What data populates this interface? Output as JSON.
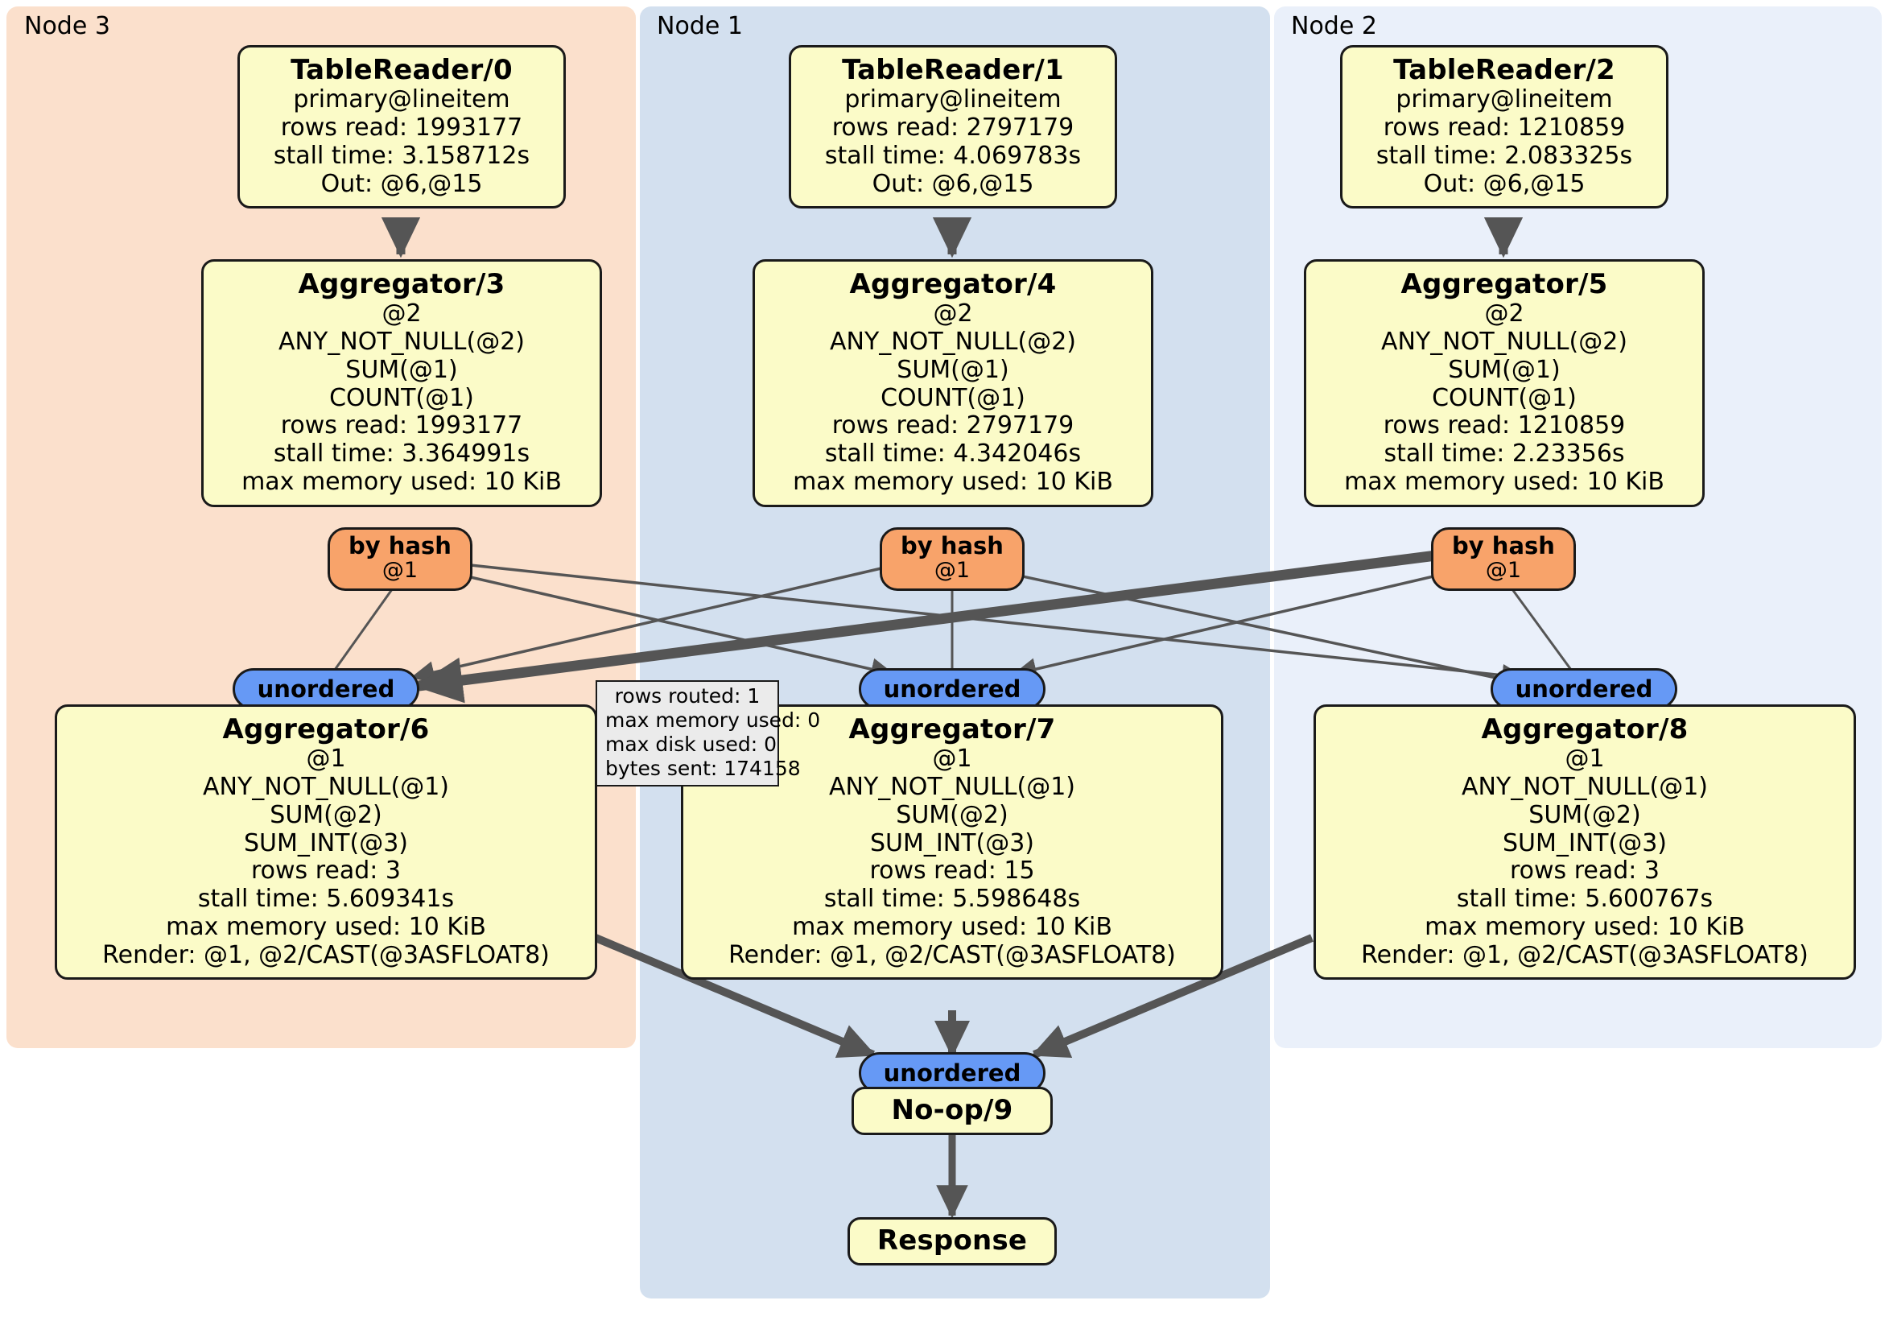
{
  "clusters": [
    {
      "label": "Node 3",
      "bg": "#fbe0cc"
    },
    {
      "label": "Node 1",
      "bg": "#d3e0ef"
    },
    {
      "label": "Node 2",
      "bg": "#eaf0fa"
    }
  ],
  "processors": {
    "tablereader0": {
      "title": "TableReader/0",
      "lines": [
        "primary@lineitem",
        "rows read: 1993177",
        "stall time: 3.158712s",
        "Out: @6,@15"
      ]
    },
    "tablereader1": {
      "title": "TableReader/1",
      "lines": [
        "primary@lineitem",
        "rows read: 2797179",
        "stall time: 4.069783s",
        "Out: @6,@15"
      ]
    },
    "tablereader2": {
      "title": "TableReader/2",
      "lines": [
        "primary@lineitem",
        "rows read: 1210859",
        "stall time: 2.083325s",
        "Out: @6,@15"
      ]
    },
    "aggregator3": {
      "title": "Aggregator/3",
      "lines": [
        "@2",
        "ANY_NOT_NULL(@2)",
        "SUM(@1)",
        "COUNT(@1)",
        "rows read: 1993177",
        "stall time: 3.364991s",
        "max memory used: 10 KiB"
      ]
    },
    "aggregator4": {
      "title": "Aggregator/4",
      "lines": [
        "@2",
        "ANY_NOT_NULL(@2)",
        "SUM(@1)",
        "COUNT(@1)",
        "rows read: 2797179",
        "stall time: 4.342046s",
        "max memory used: 10 KiB"
      ]
    },
    "aggregator5": {
      "title": "Aggregator/5",
      "lines": [
        "@2",
        "ANY_NOT_NULL(@2)",
        "SUM(@1)",
        "COUNT(@1)",
        "rows read: 1210859",
        "stall time: 2.23356s",
        "max memory used: 10 KiB"
      ]
    },
    "aggregator6": {
      "title": "Aggregator/6",
      "lines": [
        "@1",
        "ANY_NOT_NULL(@1)",
        "SUM(@2)",
        "SUM_INT(@3)",
        "rows read: 3",
        "stall time: 5.609341s",
        "max memory used: 10 KiB",
        "Render: @1, @2/CAST(@3ASFLOAT8)"
      ]
    },
    "aggregator7": {
      "title": "Aggregator/7",
      "lines": [
        "@1",
        "ANY_NOT_NULL(@1)",
        "SUM(@2)",
        "SUM_INT(@3)",
        "rows read: 15",
        "stall time: 5.598648s",
        "max memory used: 10 KiB",
        "Render: @1, @2/CAST(@3ASFLOAT8)"
      ]
    },
    "aggregator8": {
      "title": "Aggregator/8",
      "lines": [
        "@1",
        "ANY_NOT_NULL(@1)",
        "SUM(@2)",
        "SUM_INT(@3)",
        "rows read: 3",
        "stall time: 5.600767s",
        "max memory used: 10 KiB",
        "Render: @1, @2/CAST(@3ASFLOAT8)"
      ]
    },
    "noop9": {
      "title": "No-op/9",
      "lines": []
    },
    "response": {
      "title": "Response",
      "lines": []
    }
  },
  "routers": [
    {
      "title": "by hash",
      "line": "@1"
    },
    {
      "title": "by hash",
      "line": "@1"
    },
    {
      "title": "by hash",
      "line": "@1"
    }
  ],
  "syncs": [
    {
      "label": "unordered"
    },
    {
      "label": "unordered"
    },
    {
      "label": "unordered"
    },
    {
      "label": "unordered"
    }
  ],
  "statbox": {
    "lines": [
      "rows routed: 1",
      "max memory used: 0",
      "max disk used: 0",
      "bytes sent: 174158"
    ]
  },
  "colors": {
    "processor_fill": "#fbfbc8",
    "router_fill": "#f8a36a",
    "sync_fill": "#6699f5",
    "statbox_fill": "#ebebeb",
    "node3_bg": "#fbe0cc",
    "node1_bg": "#d3e0ef",
    "node2_bg": "#eaf0fa",
    "edge": "#555555",
    "stroke": "#1a1a1a"
  }
}
